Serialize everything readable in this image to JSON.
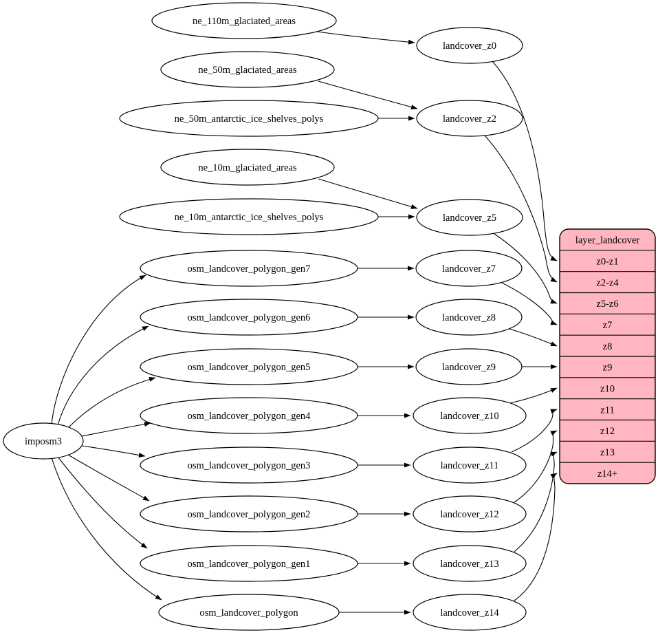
{
  "diagram": {
    "type": "graphviz-digraph",
    "description": "ETL mapping diagram: imposm3 and natural-earth sources feed generalized landcover tables which materialize zoom-level views aggregated into the layer_landcover record",
    "colors": {
      "background": "#ffffff",
      "node_fill": "#ffffff",
      "node_stroke": "#000000",
      "edge": "#000000",
      "table_fill": "#ffb6c1",
      "text": "#000000"
    }
  },
  "nodes": {
    "imposm3": {
      "label": "imposm3"
    },
    "ne_110m_glaciated_areas": {
      "label": "ne_110m_glaciated_areas"
    },
    "ne_50m_glaciated_areas": {
      "label": "ne_50m_glaciated_areas"
    },
    "ne_50m_antarctic_ice_shelves_polys": {
      "label": "ne_50m_antarctic_ice_shelves_polys"
    },
    "ne_10m_glaciated_areas": {
      "label": "ne_10m_glaciated_areas"
    },
    "ne_10m_antarctic_ice_shelves_polys": {
      "label": "ne_10m_antarctic_ice_shelves_polys"
    },
    "osm_landcover_polygon_gen7": {
      "label": "osm_landcover_polygon_gen7"
    },
    "osm_landcover_polygon_gen6": {
      "label": "osm_landcover_polygon_gen6"
    },
    "osm_landcover_polygon_gen5": {
      "label": "osm_landcover_polygon_gen5"
    },
    "osm_landcover_polygon_gen4": {
      "label": "osm_landcover_polygon_gen4"
    },
    "osm_landcover_polygon_gen3": {
      "label": "osm_landcover_polygon_gen3"
    },
    "osm_landcover_polygon_gen2": {
      "label": "osm_landcover_polygon_gen2"
    },
    "osm_landcover_polygon_gen1": {
      "label": "osm_landcover_polygon_gen1"
    },
    "osm_landcover_polygon": {
      "label": "osm_landcover_polygon"
    },
    "landcover_z0": {
      "label": "landcover_z0"
    },
    "landcover_z2": {
      "label": "landcover_z2"
    },
    "landcover_z5": {
      "label": "landcover_z5"
    },
    "landcover_z7": {
      "label": "landcover_z7"
    },
    "landcover_z8": {
      "label": "landcover_z8"
    },
    "landcover_z9": {
      "label": "landcover_z9"
    },
    "landcover_z10": {
      "label": "landcover_z10"
    },
    "landcover_z11": {
      "label": "landcover_z11"
    },
    "landcover_z12": {
      "label": "landcover_z12"
    },
    "landcover_z13": {
      "label": "landcover_z13"
    },
    "landcover_z14": {
      "label": "landcover_z14"
    }
  },
  "table": {
    "title": "layer_landcover",
    "rows": [
      "z0-z1",
      "z2-z4",
      "z5-z6",
      "z7",
      "z8",
      "z9",
      "z10",
      "z11",
      "z12",
      "z13",
      "z14+"
    ]
  },
  "edges": [
    {
      "from": "imposm3",
      "to": "osm_landcover_polygon_gen7"
    },
    {
      "from": "imposm3",
      "to": "osm_landcover_polygon_gen6"
    },
    {
      "from": "imposm3",
      "to": "osm_landcover_polygon_gen5"
    },
    {
      "from": "imposm3",
      "to": "osm_landcover_polygon_gen4"
    },
    {
      "from": "imposm3",
      "to": "osm_landcover_polygon_gen3"
    },
    {
      "from": "imposm3",
      "to": "osm_landcover_polygon_gen2"
    },
    {
      "from": "imposm3",
      "to": "osm_landcover_polygon_gen1"
    },
    {
      "from": "imposm3",
      "to": "osm_landcover_polygon"
    },
    {
      "from": "ne_110m_glaciated_areas",
      "to": "landcover_z0"
    },
    {
      "from": "ne_50m_glaciated_areas",
      "to": "landcover_z2"
    },
    {
      "from": "ne_50m_antarctic_ice_shelves_polys",
      "to": "landcover_z2"
    },
    {
      "from": "ne_10m_glaciated_areas",
      "to": "landcover_z5"
    },
    {
      "from": "ne_10m_antarctic_ice_shelves_polys",
      "to": "landcover_z5"
    },
    {
      "from": "osm_landcover_polygon_gen7",
      "to": "landcover_z7"
    },
    {
      "from": "osm_landcover_polygon_gen6",
      "to": "landcover_z8"
    },
    {
      "from": "osm_landcover_polygon_gen5",
      "to": "landcover_z9"
    },
    {
      "from": "osm_landcover_polygon_gen4",
      "to": "landcover_z10"
    },
    {
      "from": "osm_landcover_polygon_gen3",
      "to": "landcover_z11"
    },
    {
      "from": "osm_landcover_polygon_gen2",
      "to": "landcover_z12"
    },
    {
      "from": "osm_landcover_polygon_gen1",
      "to": "landcover_z13"
    },
    {
      "from": "osm_landcover_polygon",
      "to": "landcover_z14"
    },
    {
      "from": "landcover_z0",
      "to": "layer_landcover:z0-z1"
    },
    {
      "from": "landcover_z2",
      "to": "layer_landcover:z2-z4"
    },
    {
      "from": "landcover_z5",
      "to": "layer_landcover:z5-z6"
    },
    {
      "from": "landcover_z7",
      "to": "layer_landcover:z7"
    },
    {
      "from": "landcover_z8",
      "to": "layer_landcover:z8"
    },
    {
      "from": "landcover_z9",
      "to": "layer_landcover:z9"
    },
    {
      "from": "landcover_z10",
      "to": "layer_landcover:z10"
    },
    {
      "from": "landcover_z11",
      "to": "layer_landcover:z11"
    },
    {
      "from": "landcover_z12",
      "to": "layer_landcover:z12"
    },
    {
      "from": "landcover_z13",
      "to": "layer_landcover:z13"
    },
    {
      "from": "landcover_z14",
      "to": "layer_landcover:z14+"
    }
  ]
}
